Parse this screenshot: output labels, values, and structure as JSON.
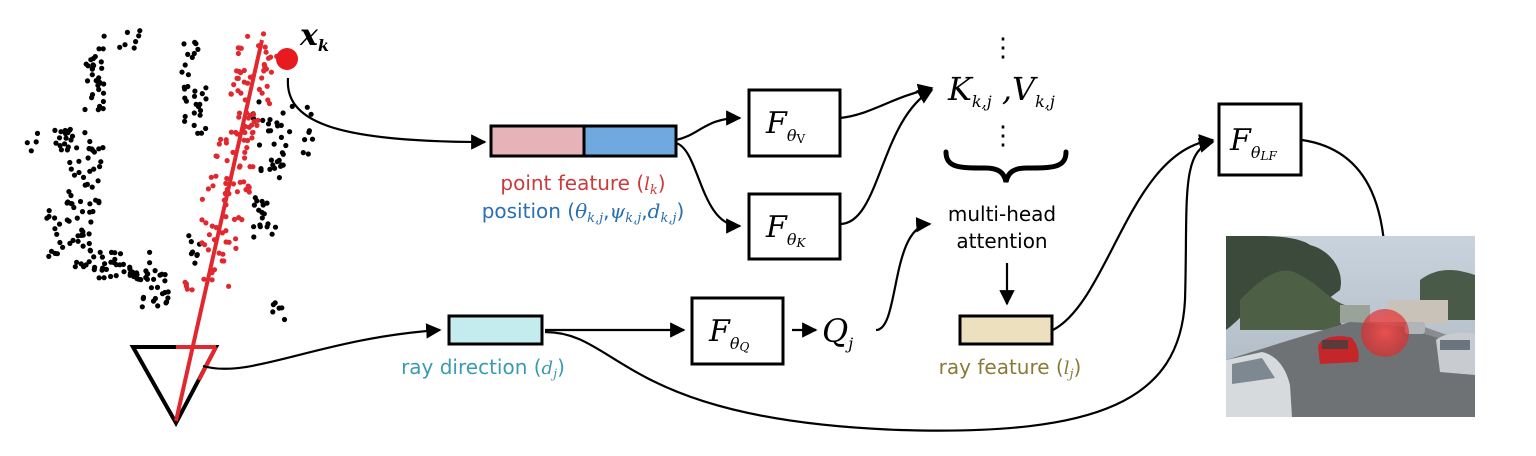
{
  "point_symbol": "x",
  "point_symbol_sub": "k",
  "point_feature_label": "point feature (",
  "point_feature_var": "l",
  "point_feature_sub": "k",
  "position_label": "position (",
  "position_vars": "θ",
  "position_sub1": "k,j",
  "position_psi": "ψ",
  "position_sub2": "k,j",
  "position_d": "d",
  "position_sub3": "k,j",
  "ray_direction_label": "ray direction (",
  "ray_direction_var": "d",
  "ray_direction_sub": "j",
  "ray_feature_label": "ray feature (",
  "ray_feature_var": "l",
  "ray_feature_sub": "j",
  "attention_label_line1": "multi-head",
  "attention_label_line2": "attention",
  "F": "F",
  "theta": "θ",
  "fv_sub": "V",
  "fk_sub": "K",
  "fq_sub": "Q",
  "flf_sub": "LF",
  "K": "K",
  "V": "V",
  "kv_sub": "k,j",
  "Q": "Q",
  "q_sub": "j",
  "dots": "⋮",
  "colors": {
    "red": "#e0282e",
    "point_feature_text": "#cc3b3b",
    "position_text": "#2a6fb0",
    "ray_dir_text": "#3a9bb0",
    "ray_feat_text": "#8a7a3a",
    "pink_fill": "#e6b3b8",
    "blue_fill": "#6fa9df",
    "cyan_fill": "#c4ecee",
    "tan_fill": "#ece0be"
  }
}
